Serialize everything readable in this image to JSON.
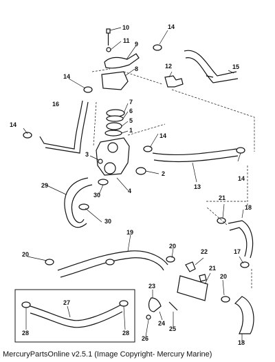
{
  "caption": "MercuryPartsOnline v2.5.1 (Image Copyright- Mercury Marine)",
  "callouts": {
    "c1": "1",
    "c2": "2",
    "c3": "3",
    "c4": "4",
    "c5": "5",
    "c6": "6",
    "c7": "7",
    "c8": "8",
    "c9": "9",
    "c10": "10",
    "c11": "11",
    "c12": "12",
    "c13": "13",
    "c14a": "14",
    "c14b": "14",
    "c14c": "14",
    "c14d": "14",
    "c14e": "14",
    "c15": "15",
    "c16": "16",
    "c17": "17",
    "c18a": "18",
    "c18b": "18",
    "c19": "19",
    "c20a": "20",
    "c20b": "20",
    "c20c": "20",
    "c21a": "21",
    "c21b": "21",
    "c22": "22",
    "c23": "23",
    "c24": "24",
    "c25": "25",
    "c26": "26",
    "c27": "27",
    "c28a": "28",
    "c28b": "28",
    "c29": "29",
    "c30a": "30",
    "c30b": "30"
  }
}
